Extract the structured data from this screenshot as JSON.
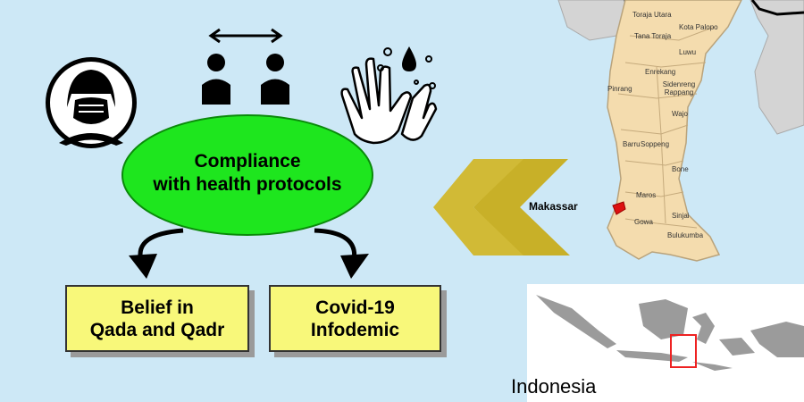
{
  "center_ellipse": {
    "line1": "Compliance",
    "line2": "with health protocols",
    "fill": "#1ee61e"
  },
  "boxes": [
    {
      "label": "Belief in\nQada and Qadr",
      "fill": "#f8f87a"
    },
    {
      "label": "Covid-19\nInfodemic",
      "fill": "#f8f87a"
    }
  ],
  "icons": [
    "face-mask-icon",
    "social-distancing-icon",
    "hand-washing-icon"
  ],
  "map": {
    "city_label": "Makassar",
    "country_label": "Indonesia",
    "land_color": "#f4dcae",
    "city_color": "#dd1111",
    "regions": [
      "Toraja Utara",
      "Kota Palopo",
      "Tana Toraja",
      "Luwu",
      "Enrekang",
      "Sidenreng Rappang",
      "Pinrang",
      "Wajo",
      "Barru",
      "Soppeng",
      "Bone",
      "Maros",
      "Gowa",
      "Sinjai",
      "Bulukumba"
    ]
  },
  "arrow_color": "#c8b028"
}
